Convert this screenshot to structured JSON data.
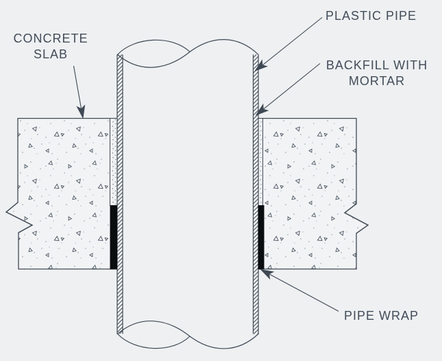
{
  "diagram": {
    "labels": {
      "concrete_slab_line1": "CONCRETE",
      "concrete_slab_line2": "SLAB",
      "plastic_pipe": "PLASTIC PIPE",
      "backfill_line1": "BACKFILL WITH",
      "backfill_line2": "MORTAR",
      "pipe_wrap": "PIPE WRAP"
    },
    "colors": {
      "background": "#eef0f2",
      "line": "#3f4954",
      "text": "#424c58",
      "pipe_wrap_fill": "#0a0d10",
      "concrete_fill": "#f2f3f5"
    }
  }
}
